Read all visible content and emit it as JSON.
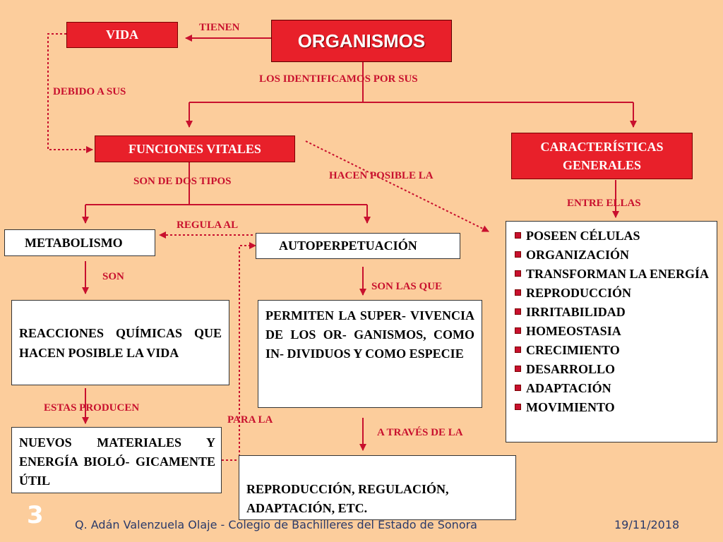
{
  "title": "ORGANISMOS",
  "nodes": {
    "vida": "VIDA",
    "funciones": "FUNCIONES VITALES",
    "caracteristicas": "CARACTERÍSTICAS GENERALES",
    "metabolismo": "METABOLISMO",
    "autoperpetuacion": "AUTOPERPETUACIÓN",
    "reacciones": "REACCIONES QUÍMICAS QUE HACEN POSIBLE LA VIDA",
    "nuevos": "NUEVOS MATERIALES Y ENERGÍA BIOLÓ- GICAMENTE ÚTIL",
    "permiten": "PERMITEN LA SUPER- VIVENCIA DE LOS OR- GANISMOS, COMO IN- DIVIDUOS Y COMO ESPECIE",
    "reproduccion": "REPRODUCCIÓN, REGULACIÓN, ADAPTACIÓN, ETC."
  },
  "characteristics": [
    "POSEEN CÉLULAS",
    "ORGANIZACIÓN",
    "TRANSFORMAN LA ENERGÍA",
    "REPRODUCCIÓN",
    "IRRITABILIDAD",
    "HOMEOSTASIA",
    "CRECIMIENTO",
    "DESARROLLO",
    "ADAPTACIÓN",
    "MOVIMIENTO"
  ],
  "links": {
    "tienen": "TIENEN",
    "identificamos": "LOS IDENTIFICAMOS POR SUS",
    "debido": "DEBIDO A SUS",
    "dos_tipos": "SON DE DOS TIPOS",
    "hacen_posible": "HACEN POSIBLE LA",
    "entre_ellas": "ENTRE ELLAS",
    "regula": "REGULA AL",
    "son": "SON",
    "son_las_que": "SON LAS QUE",
    "producen": "ESTAS PRODUCEN",
    "para_la": "PARA LA",
    "traves": "A TRAVÉS DE LA"
  },
  "footer": {
    "slide_number": "3",
    "author": "Q. Adán Valenzuela Olaje - Colegio de Bachilleres del Estado de Sonora",
    "date": "19/11/2018"
  },
  "colors": {
    "background": "#fccd9c",
    "accent": "#c8102e",
    "box_red": "#e8202a",
    "line": "#333333"
  }
}
